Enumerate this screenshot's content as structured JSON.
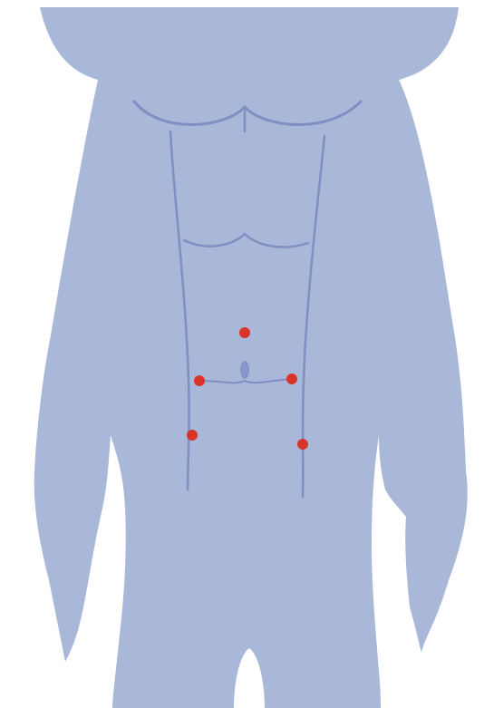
{
  "figure": {
    "colors": {
      "background": "#ffffff",
      "body": "#a9b7d9",
      "outline": "#7f8fc2",
      "navel": "#8595c9",
      "marker": "#d8342a"
    },
    "markers": [
      {
        "id": "umbilicus-upper",
        "label": ""
      },
      {
        "id": "left-mid",
        "label": ""
      },
      {
        "id": "right-mid",
        "label": ""
      },
      {
        "id": "left-lower",
        "label": ""
      },
      {
        "id": "right-lower",
        "label": ""
      }
    ]
  }
}
